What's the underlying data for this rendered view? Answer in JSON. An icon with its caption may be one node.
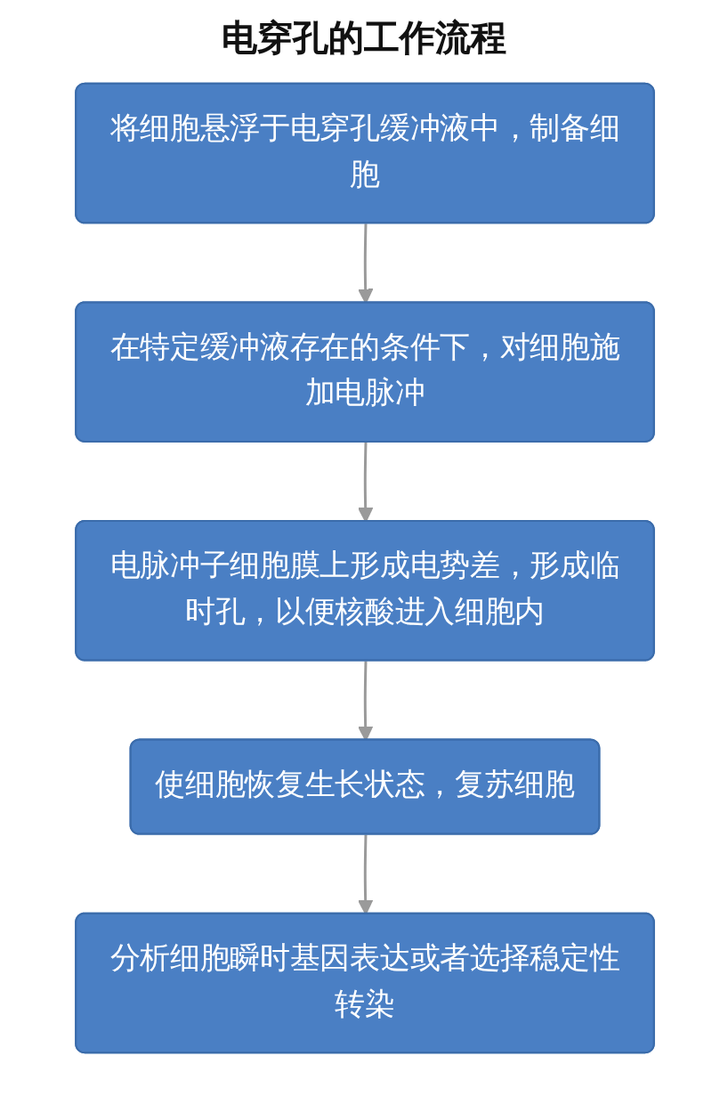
{
  "diagram": {
    "title": "电穿孔的工作流程",
    "nodes": [
      {
        "text": [
          "将细胞悬浮于电穿孔缓冲液中，制备细胞"
        ]
      },
      {
        "text": [
          "在特定缓冲液存在的条件下，对细胞施加电脉冲"
        ]
      },
      {
        "text": [
          "电脉冲子细胞膜上形成电势差，形成临时孔，以便核酸进入细胞内"
        ]
      },
      {
        "text": [
          "使细胞恢复生长状态，复苏细胞"
        ]
      },
      {
        "text": [
          "分析细胞瞬时基因表达或者选择稳定性转染"
        ]
      }
    ],
    "edges": [
      {
        "from": 0,
        "to": 1,
        "arrow": "to"
      },
      {
        "from": 1,
        "to": 2,
        "arrow": "to"
      },
      {
        "from": 2,
        "to": 3,
        "arrow": "to"
      },
      {
        "from": 3,
        "to": 4,
        "arrow": "to"
      }
    ]
  }
}
